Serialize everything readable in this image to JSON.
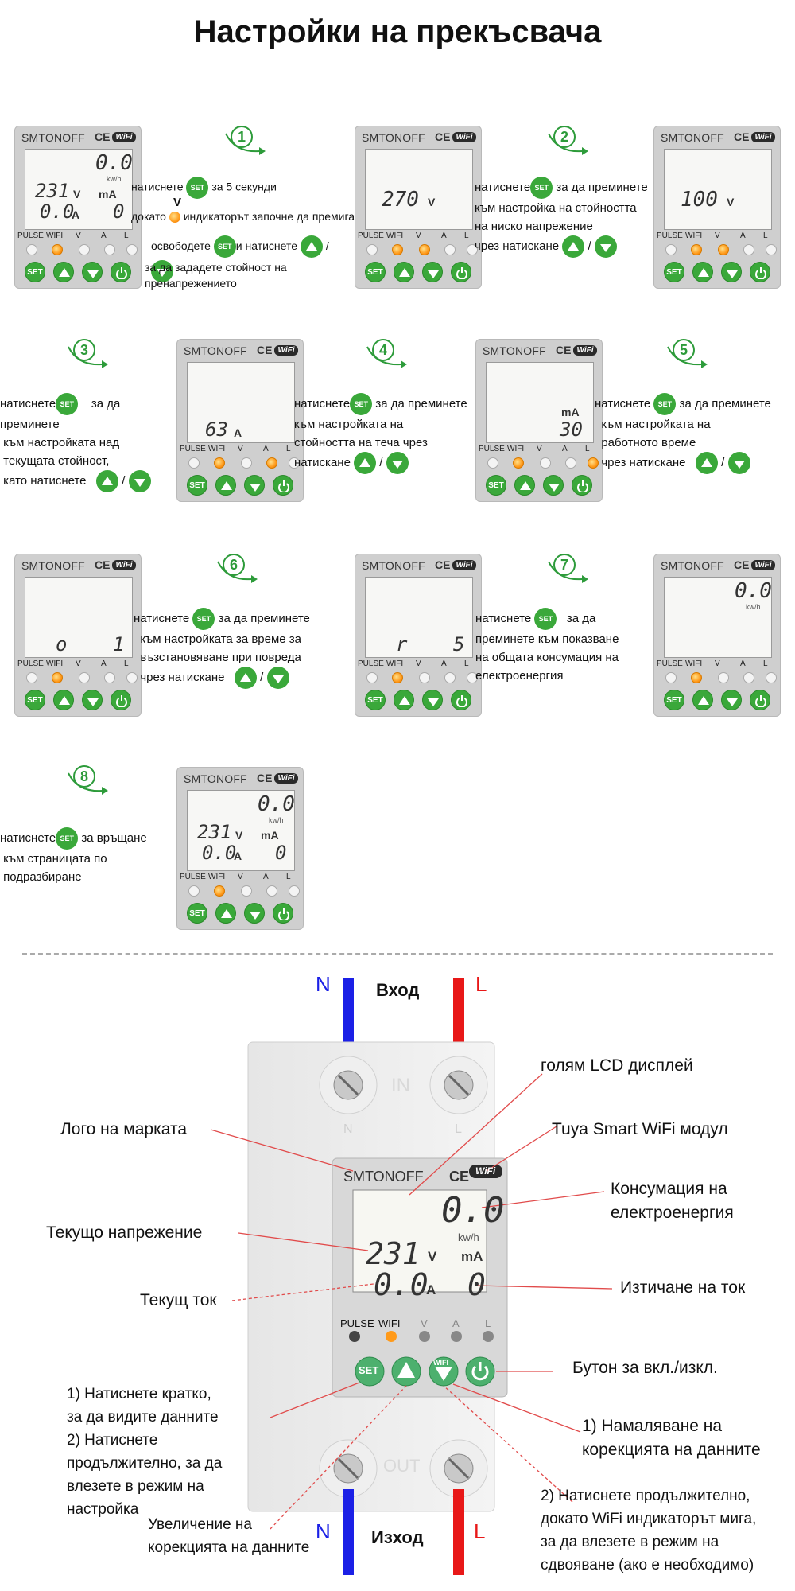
{
  "title": "Настройки на прекъсвача",
  "device": {
    "brand": "SMTONOFF",
    "ce": "CE",
    "wifi_badge": "WiFi",
    "led_labels": [
      "PULSE",
      "WIFI",
      "V",
      "A",
      "L"
    ],
    "btn_set": "SET",
    "btn_wifi": "WIFI"
  },
  "screens": {
    "s1": {
      "kwh": "0.0",
      "kwh_unit": "kw/h",
      "volt": "231",
      "volt_unit": "V",
      "ma_label": "mA",
      "amp": "0.0",
      "amp_unit": "A",
      "leak": "0"
    },
    "s2": {
      "volt": "270",
      "volt_unit": "V"
    },
    "s3": {
      "volt": "100",
      "volt_unit": "V"
    },
    "s4": {
      "amp": "63",
      "amp_unit": "A"
    },
    "s5": {
      "ma_label": "mA",
      "leak": "30"
    },
    "s6": {
      "left": "o",
      "right": "1"
    },
    "s7": {
      "left": "r",
      "right": "5"
    },
    "s8": {
      "kwh": "0.0",
      "kwh_unit": "kw/h"
    },
    "s9": {
      "kwh": "0.0",
      "kwh_unit": "kw/h",
      "volt": "231",
      "volt_unit": "V",
      "ma_label": "mA",
      "amp": "0.0",
      "amp_unit": "A",
      "leak": "0"
    }
  },
  "steps": [
    "1",
    "2",
    "3",
    "4",
    "5",
    "6",
    "7",
    "8"
  ],
  "instructions": {
    "i1_a": "натиснете",
    "i1_b": "за 5 секунди",
    "i1_v": "V",
    "i1_c": "докато",
    "i1_d": "индикаторът започне да премига,",
    "i1_e": "освободете",
    "i1_f": "и натиснете",
    "i1_g": "за да зададете стойност на",
    "i1_h": "пренапрежението",
    "i2_a": "натиснете",
    "i2_b": "за да преминете",
    "i2_c": "към настройка на стойността",
    "i2_d": "на ниско напрежение",
    "i2_e": "чрез натискане",
    "i3_a": "натиснете",
    "i3_b": "за да преминете",
    "i3_c": "към настройката над",
    "i3_d": "текущата стойност,",
    "i3_e": "като натиснете",
    "i4_a": "натиснете",
    "i4_b": "за да преминете",
    "i4_c": "към настройката на",
    "i4_d": "стойността на теча чрез",
    "i4_e": "натискане",
    "i5_a": "натиснете",
    "i5_b": "за да преминете",
    "i5_c": "към настройката на",
    "i5_d": "работното време",
    "i5_e": "чрез натискане",
    "i6_a": "натиснете",
    "i6_b": "за да преминете",
    "i6_c": "към настройката за време за",
    "i6_d": "възстановяване при повреда",
    "i6_e": "чрез натискане",
    "i7_a": "натиснете",
    "i7_b": "за да",
    "i7_c": "преминете към показване",
    "i7_d": "на общата консумация на",
    "i7_e": "електроенергия",
    "i8_a": "натиснете",
    "i8_b": "за връщане",
    "i8_c": "към страницата по",
    "i8_d": "подразбиране",
    "slash": "/"
  },
  "diagram": {
    "n_top": "N",
    "l_top": "L",
    "input": "Вход",
    "n_bottom": "N",
    "l_bottom": "L",
    "output": "Изход",
    "in_mark": "IN",
    "out_mark": "OUT",
    "n_small": "N",
    "l_small": "L",
    "lcd": "голям LCD дисплей",
    "logo": "Лого на марката",
    "tuya": "Tuya Smart WiFi модул",
    "consumption_1": "Консумация на",
    "consumption_2": "електроенергия",
    "voltage": "Текущо напрежение",
    "current": "Текущ ток",
    "leakage": "Изтичане на ток",
    "power_btn": "Бутон за вкл./изкл.",
    "set_1": "1) Натиснете кратко,",
    "set_2": "за да видите данните",
    "set_3": "2) Натиснете",
    "set_4": "продължително, за да",
    "set_5": "влезете в режим на",
    "set_6": "настройка",
    "down_1": "1) Намаляване на",
    "down_2": "корекцията на данните",
    "up_1": "Увеличение на",
    "up_2": "корекцията на данните",
    "pair_1": "2) Натиснете продължително,",
    "pair_2": "докато WiFi индикаторът мига,",
    "pair_3": "за да влезете в режим на",
    "pair_4": "сдвояване (ако е необходимо)"
  }
}
